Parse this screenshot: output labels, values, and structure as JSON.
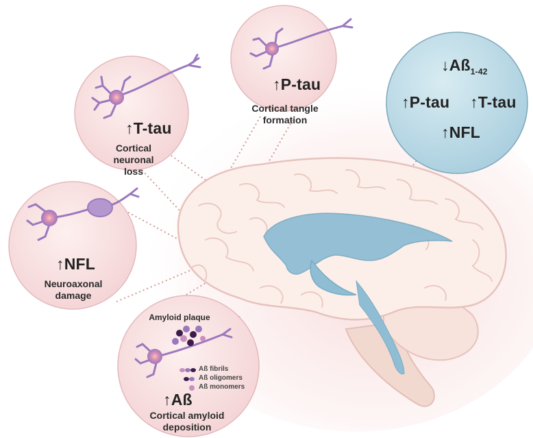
{
  "colors": {
    "circle_fill": "#f7dfe0",
    "circle_stroke": "#e3b9bd",
    "blue_circle_fill": "#b9d9e4",
    "neuron": "#9b78bd",
    "ventricle": "#8fbdd3",
    "brain_fill": "#fcefea",
    "brain_stroke": "#e7c2bd"
  },
  "circles": {
    "ttau": {
      "marker": "T-tau",
      "caption_line1": "Cortical neuronal",
      "caption_line2": "loss",
      "arrow": "up"
    },
    "ptau": {
      "marker": "P-tau",
      "caption_line1": "Cortical tangle",
      "caption_line2": "formation",
      "arrow": "up"
    },
    "nfl": {
      "marker": "NFL",
      "caption_line1": "Neuroaxonal",
      "caption_line2": "damage",
      "arrow": "up"
    },
    "abeta": {
      "marker": "Aß",
      "caption_line1": "Cortical amyloid",
      "caption_line2": "deposition",
      "title": "Amyloid plaque",
      "legend": [
        "Aß fibrils",
        "Aß oligomers",
        "Aß monomers"
      ],
      "arrow": "up"
    }
  },
  "csf": {
    "abeta_label": "Aß",
    "abeta_sub": "1-42",
    "ptau": "P-tau",
    "ttau": "T-tau",
    "nfl": "NFL",
    "down_arrow": "↓",
    "up_arrow": "↑"
  }
}
